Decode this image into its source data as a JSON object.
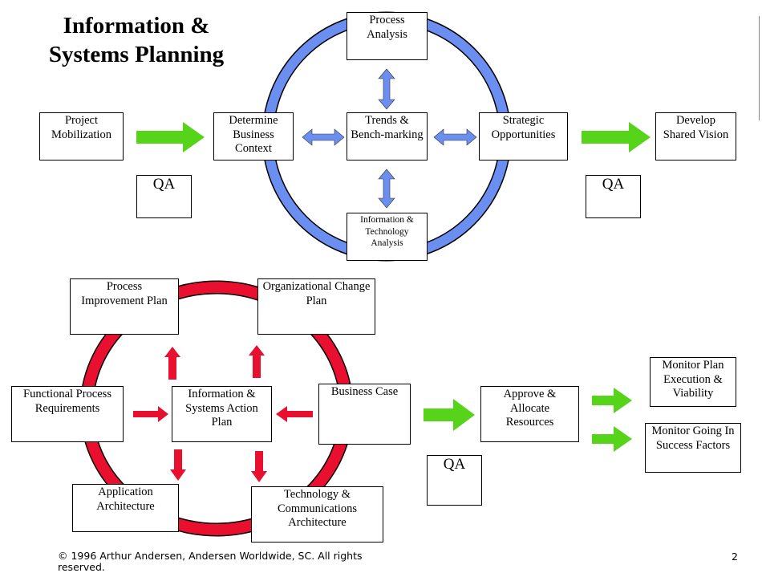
{
  "title": {
    "line1": "Information &",
    "line2": "Systems Planning"
  },
  "colors": {
    "blue_ring": "#6b8ff0",
    "red_ring": "#e8102e",
    "green_arrow": "#55d41a",
    "blue_arrow": "#6b8ff0",
    "red_arrow": "#e8102e"
  },
  "top_cycle": {
    "process_analysis": "Process\nAnalysis",
    "trends": "Trends &\nBench-marking",
    "it_analysis": "Information &\nTechnology\nAnalysis",
    "business_context": "Determine\nBusiness\nContext",
    "strategic": "Strategic\nOpportunities"
  },
  "top_flow": {
    "project_mobilization": "Project\nMobilization",
    "shared_vision": "Develop\nShared Vision",
    "qa_left": "QA",
    "qa_right": "QA"
  },
  "bottom_cycle": {
    "process_improvement": "Process\nImprovement Plan",
    "org_change": "Organizational Change\nPlan",
    "functional_requirements": "Functional Process\nRequirements",
    "action_plan": "Information &\nSystems Action\nPlan",
    "business_case": "Business Case",
    "application_architecture": "Application\nArchitecture",
    "tech_architecture": "Technology &\nCommunications\nArchitecture"
  },
  "bottom_flow": {
    "approve": "Approve &\nAllocate\nResources",
    "monitor_plan": "Monitor Plan\nExecution &\nViability",
    "monitor_success": "Monitor Going In\nSuccess Factors",
    "qa": "QA"
  },
  "footer": {
    "copyright": "© 1996 Arthur Andersen, Andersen Worldwide, SC. All rights reserved.",
    "page": "2"
  }
}
